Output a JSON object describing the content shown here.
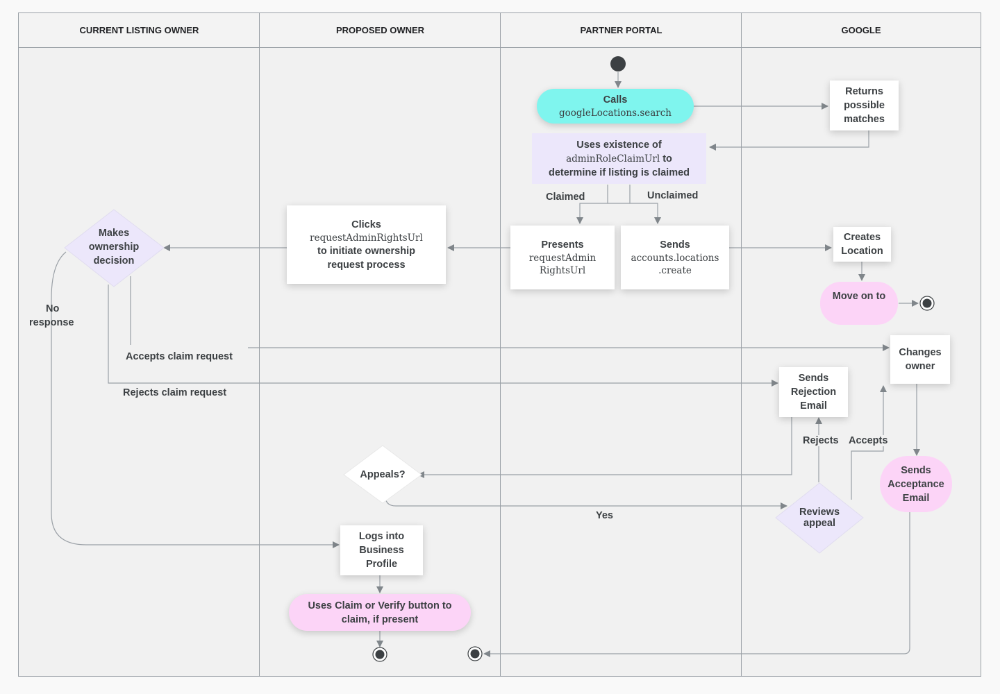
{
  "lanes": [
    {
      "title": "CURRENT LISTING OWNER"
    },
    {
      "title": "PROPOSED OWNER"
    },
    {
      "title": "PARTNER PORTAL"
    },
    {
      "title": "GOOGLE"
    }
  ],
  "nodes": {
    "calls": {
      "line1": "Calls",
      "code": "googleLocations.search"
    },
    "returns_matches": {
      "line1": "Returns",
      "line2": "possible",
      "line3": "matches"
    },
    "uses_existence": {
      "line1": "Uses existence of",
      "code": "adminRoleClaimUrl",
      "suffix": " to",
      "line3": "determine if listing is claimed"
    },
    "presents": {
      "line1": "Presents",
      "code1": "requestAdmin",
      "code2": "RightsUrl"
    },
    "sends_create": {
      "line1": "Sends",
      "code1": "accounts.locations",
      "code2": ".create"
    },
    "creates_location": {
      "line1": "Creates",
      "line2": "Location"
    },
    "move_on": {
      "line1": "Move on to"
    },
    "clicks": {
      "line1": "Clicks",
      "code": "requestAdminRightsUrl",
      "line3": "to initiate ownership",
      "line4": "request process"
    },
    "makes_decision": {
      "line1": "Makes",
      "line2": "ownership",
      "line3": "decision"
    },
    "changes_owner": {
      "line1": "Changes",
      "line2": "owner"
    },
    "sends_rejection": {
      "line1": "Sends",
      "line2": "Rejection",
      "line3": "Email"
    },
    "sends_acceptance": {
      "line1": "Sends",
      "line2": "Acceptance",
      "line3": "Email"
    },
    "appeals": {
      "line1": "Appeals?"
    },
    "reviews_appeal": {
      "line1": "Reviews",
      "line2": "appeal"
    },
    "logs_into": {
      "line1": "Logs into",
      "line2": "Business",
      "line3": "Profile"
    },
    "uses_claim": {
      "line1": "Uses Claim or Verify button to",
      "line2": "claim, if present"
    }
  },
  "edge_labels": {
    "claimed": "Claimed",
    "unclaimed": "Unclaimed",
    "no_response_1": "No",
    "no_response_2": "response",
    "accepts_claim": "Accepts claim request",
    "rejects_claim": "Rejects claim request",
    "rejects": "Rejects",
    "accepts": "Accepts",
    "yes": "Yes"
  },
  "colors": {
    "start_node": "#3c4043",
    "cyan_pill": "#7ff5ee",
    "pink_pill": "#fcd4f7",
    "lavender": "#ece7fb",
    "connector": "#80868b"
  }
}
